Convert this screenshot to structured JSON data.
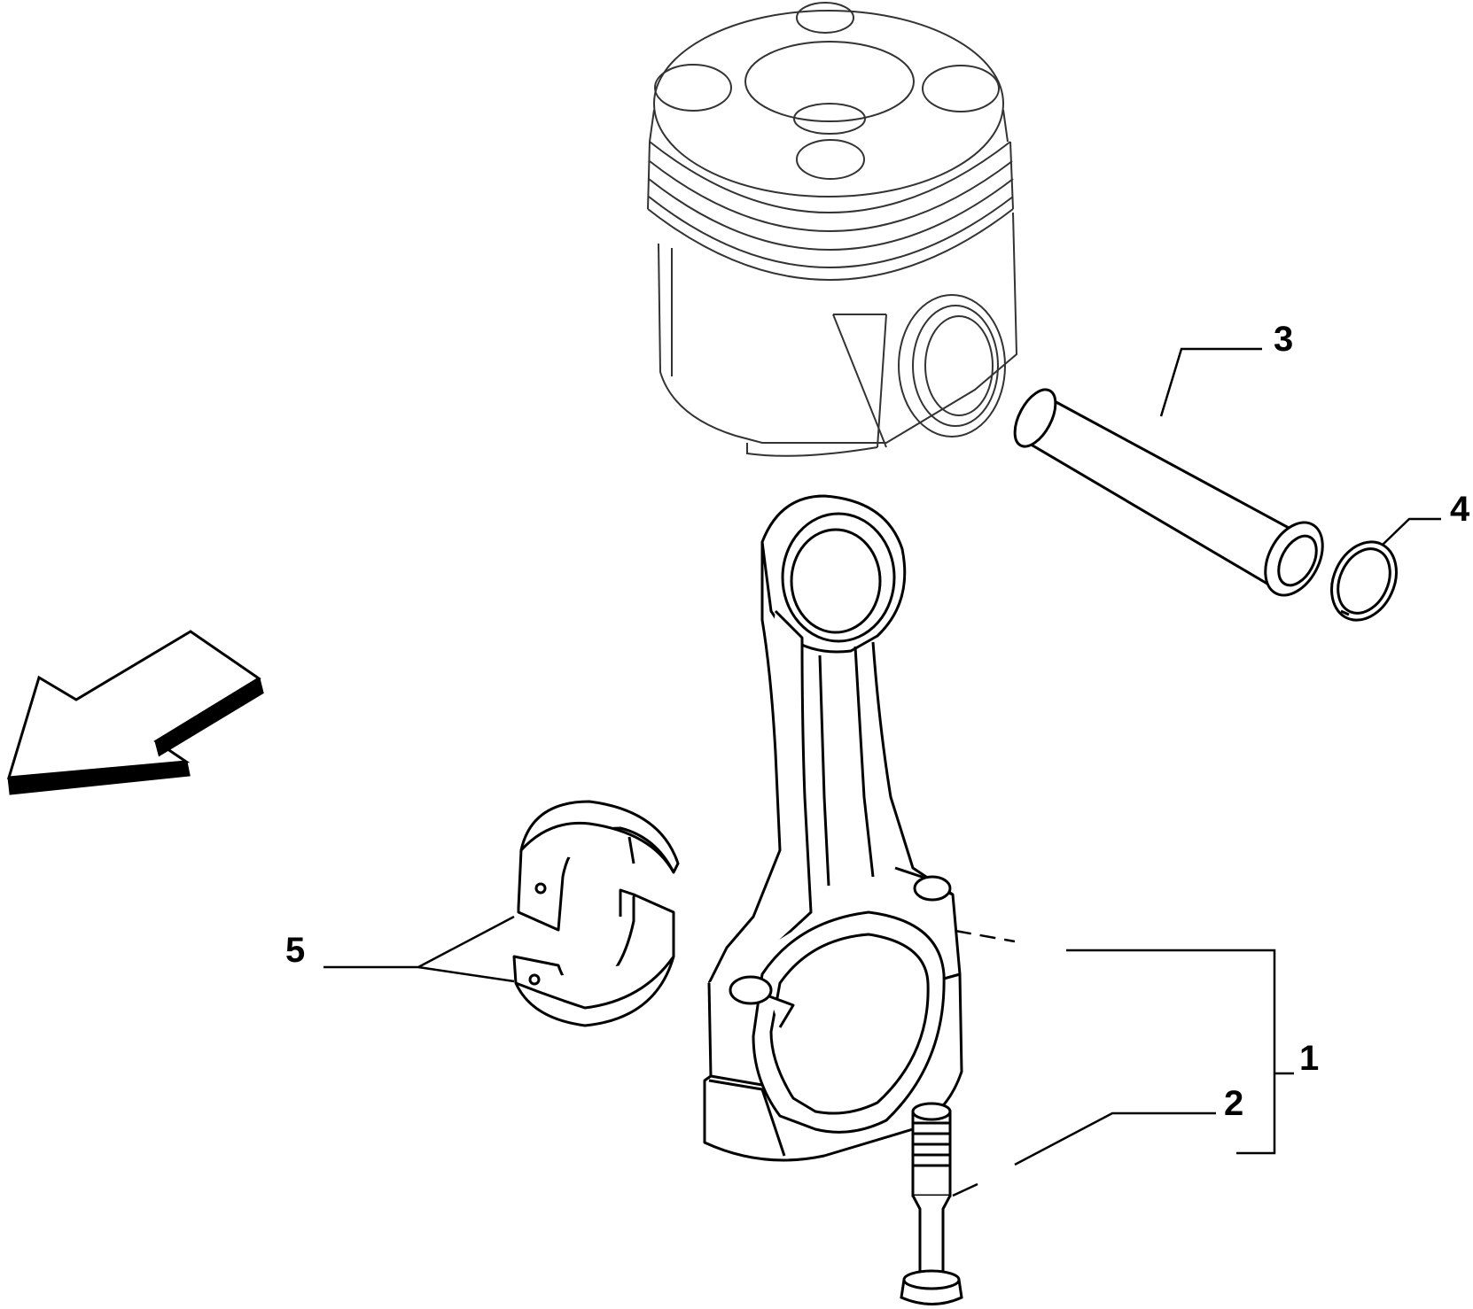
{
  "diagram": {
    "callouts": [
      {
        "id": "1",
        "label": "1"
      },
      {
        "id": "2",
        "label": "2"
      },
      {
        "id": "3",
        "label": "3"
      },
      {
        "id": "4",
        "label": "4"
      },
      {
        "id": "5",
        "label": "5"
      }
    ],
    "colors": {
      "line": "#000000",
      "light_line": "#444444",
      "background": "#ffffff"
    }
  }
}
